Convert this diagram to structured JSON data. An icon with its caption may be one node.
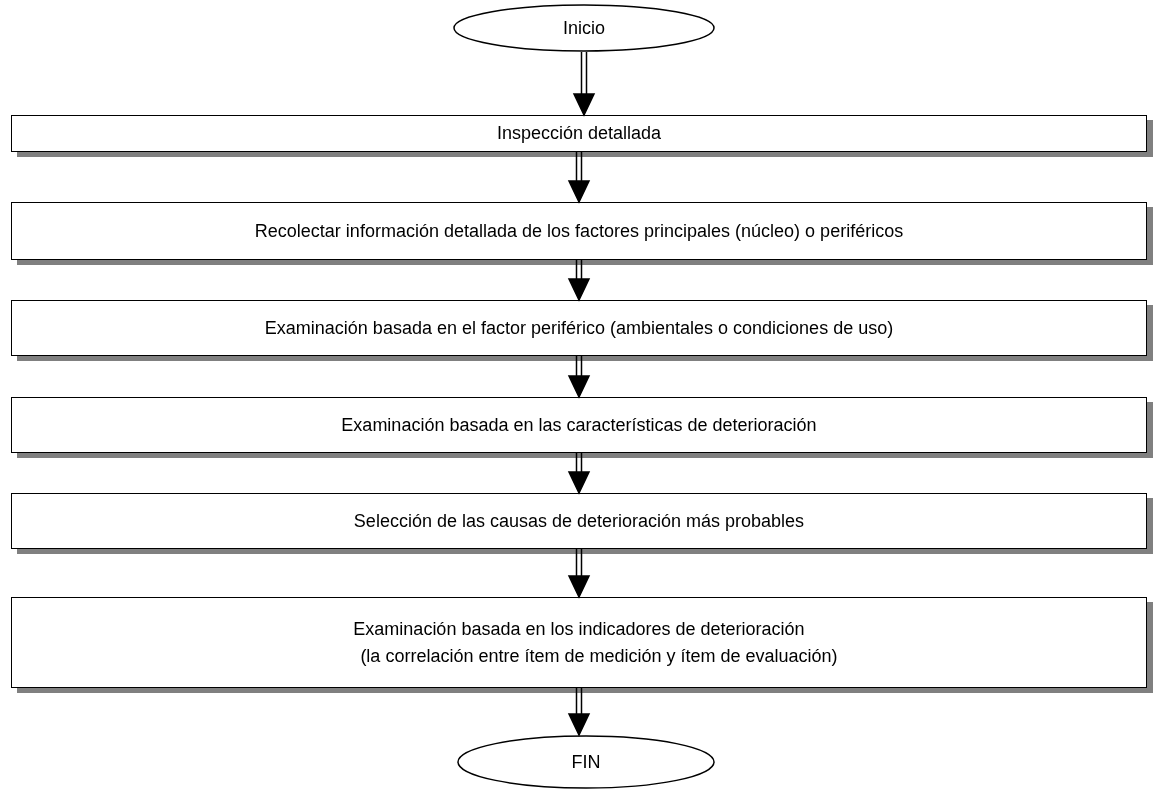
{
  "diagram": {
    "nodes": [
      {
        "text": [
          "Inicio"
        ]
      },
      {
        "text": [
          "Inspección detallada"
        ]
      },
      {
        "text": [
          "Recolectar información detallada de los factores principales (núcleo) o periféricos"
        ]
      },
      {
        "text": [
          "Examinación basada en el factor periférico (ambientales o condiciones de uso)"
        ]
      },
      {
        "text": [
          "Examinación basada en las características de deterioración"
        ]
      },
      {
        "text": [
          "Selección de las causas de deterioración más probables"
        ]
      },
      {
        "text": [
          "Examinación basada en los indicadores de deterioración",
          "(la correlación entre ítem de medición y ítem de evaluación)"
        ]
      },
      {
        "text": [
          "FIN"
        ]
      }
    ],
    "edges": [
      {
        "from": 0,
        "to": 1,
        "arrow": "to"
      },
      {
        "from": 1,
        "to": 2,
        "arrow": "to"
      },
      {
        "from": 2,
        "to": 3,
        "arrow": "to"
      },
      {
        "from": 3,
        "to": 4,
        "arrow": "to"
      },
      {
        "from": 4,
        "to": 5,
        "arrow": "to"
      },
      {
        "from": 5,
        "to": 6,
        "arrow": "to"
      },
      {
        "from": 6,
        "to": 7,
        "arrow": "to"
      }
    ]
  }
}
